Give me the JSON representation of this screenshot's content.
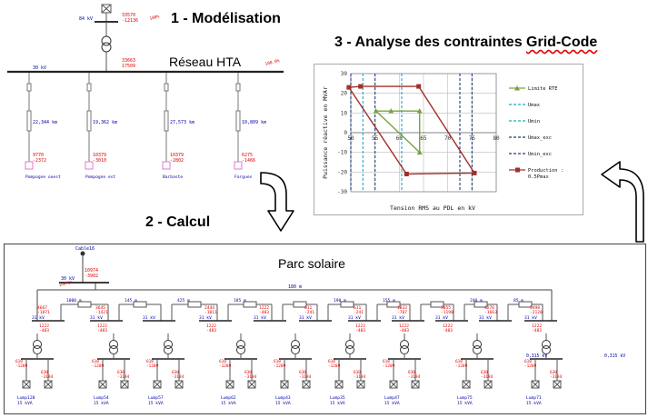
{
  "titles": {
    "modelisation": "1 - Modélisation",
    "calcul": "2 - Calcul",
    "analyse_prefix": "3 - Analyse  des contraintes ",
    "analyse_gridcode": "Grid-Code"
  },
  "network": {
    "label": "Réseau HTA",
    "top_bus_kv": "84 kV",
    "top_values": [
      "33570",
      "-12136"
    ],
    "top_pct": "100%",
    "bus_kv": "30 kV",
    "bus_values": [
      "33663",
      "17509"
    ],
    "bus_pct": "100.0%",
    "feeders": [
      {
        "name": "Pompogne ouest",
        "length": "22,344 km",
        "p": "9770",
        "q": "-2372"
      },
      {
        "name": "Pompogne est",
        "length": "19,362 km",
        "p": "10379",
        "q": "-3010"
      },
      {
        "name": "Barbaste",
        "length": "27,573 km",
        "p": "10379",
        "q": "-2802"
      },
      {
        "name": "Fargues",
        "length": "10,809 km",
        "p": "6275",
        "q": "-1466"
      }
    ]
  },
  "parc": {
    "label": "Parc solaire",
    "cable": "Cable16",
    "bus_kv": "30 kV",
    "entry_values": [
      "10974",
      "-3902"
    ],
    "entry_pct": "100.0%",
    "loop_length": "180 m",
    "segments": [
      {
        "kv": "31 kV",
        "length": "1000 m",
        "p": "4667",
        "q": "-1871",
        "p2": "1222",
        "q2": "-483"
      },
      {
        "kv": "31 kV",
        "length": "145 m",
        "p": "3645",
        "q": "-1421",
        "p2": "1222",
        "q2": "-483"
      },
      {
        "kv": "31 kV",
        "length": "425 m",
        "p": "",
        "q": "",
        "p2": "",
        "q2": ""
      },
      {
        "kv": "31 kV",
        "length": "185 m",
        "p": "2444",
        "q": "-1011",
        "p2": "1222",
        "q2": "-483"
      },
      {
        "kv": "31 kV",
        "length": "",
        "p": "1222",
        "q": "-483",
        "p2": "",
        "q2": ""
      },
      {
        "kv": "31 kV",
        "length": "190 m",
        "p": "611",
        "q": "-241",
        "p2": "",
        "q2": ""
      },
      {
        "kv": "31 kV",
        "length": "155 m",
        "p": "611",
        "q": "-241",
        "p2": "1222",
        "q2": "-483"
      },
      {
        "kv": "31 kV",
        "length": "",
        "p": "1833",
        "q": "-707",
        "p2": "1222",
        "q2": "-483"
      },
      {
        "kv": "31 kV",
        "length": "240 m",
        "p": "3055",
        "q": "-1190",
        "p2": "1222",
        "q2": "-483"
      },
      {
        "kv": "31 kV",
        "length": "85 m",
        "p": "4276",
        "q": "-1663",
        "p2": "",
        "q2": ""
      },
      {
        "kv": "31 kV",
        "length": "",
        "p": "5498",
        "q": "-2120",
        "p2": "1222",
        "q2": "-483"
      }
    ],
    "loads": [
      "Lump120\n15 kVA",
      "Lump54\n15 kVA",
      "Lump57\n15 kVA",
      "Lump62\n15 kVA",
      "Lump43\n15 kVA",
      "Lump35\n15 kVA",
      "Lump47\n15 kVA",
      "Lump75\n15 kVA",
      "Lump71\n15 kVA"
    ],
    "load_kv": [
      "0,315 kV",
      "0,315 kV"
    ]
  },
  "chart_data": {
    "type": "line",
    "title": "",
    "xlabel": "Tension RMS au PDL en kV",
    "ylabel": "Puissance réactive en MVAr",
    "xlim": [
      50,
      80
    ],
    "ylim": [
      -30,
      30
    ],
    "xticks": [
      50,
      55,
      60,
      65,
      70,
      75,
      80
    ],
    "yticks": [
      -30,
      -20,
      -10,
      0,
      10,
      20,
      30
    ],
    "grid": true,
    "legend_position": "right",
    "series": [
      {
        "name": "Limite RTE",
        "color": "#77a33e",
        "style": "solid",
        "marker": "triangle",
        "points": [
          [
            55.2,
            11
          ],
          [
            58.3,
            11
          ],
          [
            64.2,
            11
          ],
          [
            64.2,
            -10
          ],
          [
            55.2,
            11
          ]
        ]
      },
      {
        "name": "Umax",
        "color": "#1aa7c8",
        "style": "dashed",
        "vertical_x": 60.5
      },
      {
        "name": "Umin",
        "color": "#1aa7c8",
        "style": "dashed",
        "vertical_x": 52.5
      },
      {
        "name": "Umax_exc",
        "color": "#1f3a7a",
        "style": "dashed",
        "vertical_x": 72.5
      },
      {
        "name": "Umin_exc",
        "color": "#1f3a7a",
        "style": "dashed",
        "vertical_x": 55.0,
        "also_x": [
          50.0,
          75.0
        ]
      },
      {
        "name": "Production : 0.5Pmax",
        "color": "#a0302a",
        "style": "solid",
        "marker": "square",
        "points": [
          [
            49.6,
            23
          ],
          [
            52.0,
            23.5
          ],
          [
            64.0,
            23.5
          ],
          [
            75.5,
            -20.5
          ],
          [
            61.5,
            -21
          ],
          [
            49.6,
            23
          ]
        ]
      }
    ]
  }
}
